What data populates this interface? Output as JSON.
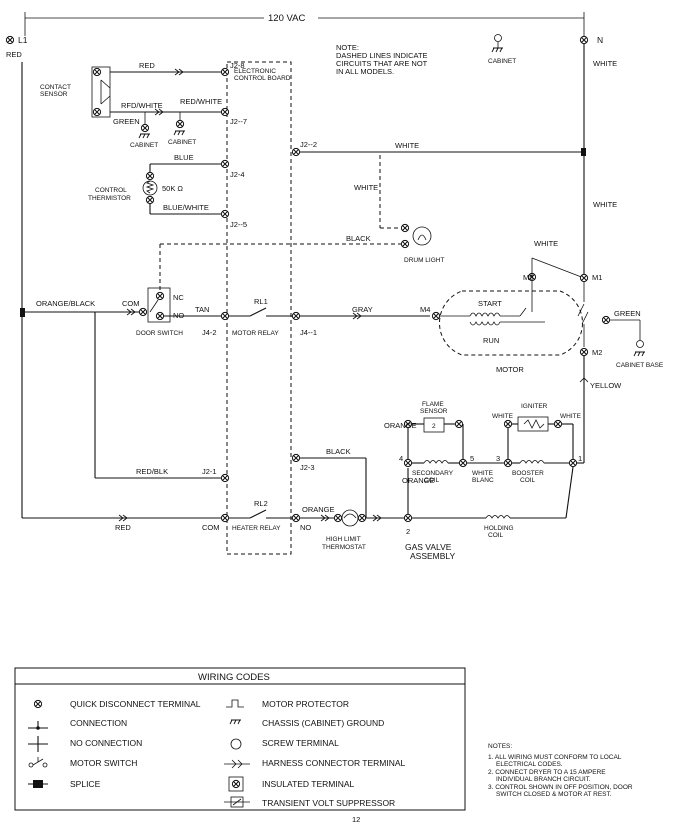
{
  "diagram": {
    "supply": "120 VAC",
    "l1": "L1",
    "l1_color": "RED",
    "n": "N",
    "n_color": "WHITE",
    "top_cabinet": "CABINET",
    "note": [
      "NOTE:",
      "DASHED LINES INDICATE",
      "CIRCUITS THAT ARE NOT",
      "IN ALL MODELS."
    ],
    "board": [
      "ELECTRONIC",
      "CONTROL BOARD"
    ],
    "contact_sensor": [
      "CONTACT",
      "SENSOR"
    ],
    "thermistor": [
      "CONTROL",
      "THERMISTOR"
    ],
    "thermistor_value": "50K Ω",
    "door_switch": "DOOR SWITCH",
    "drum_light": "DRUM LIGHT",
    "motor": "MOTOR",
    "start": "START",
    "run": "RUN",
    "motor_relay": "MOTOR RELAY",
    "heater_relay": "HEATER RELAY",
    "rl1": "RL1",
    "rl2": "RL2",
    "high_limit": [
      "HIGH LIMIT",
      "THERMOSTAT"
    ],
    "flame_sensor": [
      "FLAME",
      "SENSOR"
    ],
    "igniter": "IGNITER",
    "secondary_coil": [
      "SECONDARY",
      "COIL"
    ],
    "booster_coil": [
      "BOOSTER",
      "COIL"
    ],
    "holding_coil": [
      "HOLDING",
      "COIL"
    ],
    "gas_valve": [
      "GAS VALVE",
      "ASSEMBLY"
    ],
    "cabinet_base": "CABINET BASE",
    "connectors": {
      "j2_8": "J2-8",
      "j2_7": "J2--7",
      "j2_2": "J2--2",
      "j2_4": "J2-4",
      "j2_5": "J2--5",
      "j4_2": "J4-2",
      "j4_1": "J4--1",
      "j2_1": "J2-1",
      "j2_3": "J2-3"
    },
    "wires": {
      "red": "RED",
      "red_white_1": "RFD/WHITE",
      "red_white_2": "RED/WHITE",
      "green": "GREEN",
      "cabinet": "CABINET",
      "blue": "BLUE",
      "blue_white": "BLUE/WHITE",
      "white": "WHITE",
      "black": "BLACK",
      "orange_black": "ORANGE/BLACK",
      "com": "COM",
      "nc": "NC",
      "no": "NO",
      "tan": "TAN",
      "gray": "GRAY",
      "red_blk": "RED/BLK",
      "orange": "ORANGE",
      "yellow": "YELLOW",
      "white_blanc": [
        "WHITE",
        "BLANC"
      ]
    },
    "motor_terminals": {
      "m1": "M1",
      "m2": "M2",
      "m4": "M4",
      "m5": "M5"
    },
    "valve_terminals": {
      "t1": "1",
      "t2": "2",
      "t3": "3",
      "t4": "4",
      "t5": "5"
    }
  },
  "wiring_codes": {
    "title": "WIRING CODES",
    "left": [
      {
        "icon": "quick-disconnect-icon",
        "label": "QUICK DISCONNECT TERMINAL"
      },
      {
        "icon": "connection-icon",
        "label": "CONNECTION"
      },
      {
        "icon": "no-connection-icon",
        "label": "NO CONNECTION"
      },
      {
        "icon": "motor-switch-icon",
        "label": "MOTOR SWITCH"
      },
      {
        "icon": "splice-icon",
        "label": "SPLICE"
      }
    ],
    "right": [
      {
        "icon": "motor-protector-icon",
        "label": "MOTOR PROTECTOR"
      },
      {
        "icon": "chassis-ground-icon",
        "label": "CHASSIS (CABINET) GROUND"
      },
      {
        "icon": "screw-terminal-icon",
        "label": "SCREW TERMINAL"
      },
      {
        "icon": "harness-connector-icon",
        "label": "HARNESS CONNECTOR TERMINAL"
      },
      {
        "icon": "insulated-terminal-icon",
        "label": "INSULATED TERMINAL"
      },
      {
        "icon": "transient-suppressor-icon",
        "label": "TRANSIENT VOLT SUPPRESSOR"
      }
    ]
  },
  "notes": {
    "title": "NOTES:",
    "items": [
      "1. ALL WIRING MUST CONFORM TO LOCAL",
      "ELECTRICAL CODES.",
      "2. CONNECT DRYER TO A 15 AMPERE",
      "INDIVIDUAL BRANCH CIRCUIT.",
      "3. CONTROL SHOWN IN OFF POSITION, DOOR",
      "SWITCH CLOSED & MOTOR AT REST."
    ]
  },
  "page_number": "12"
}
